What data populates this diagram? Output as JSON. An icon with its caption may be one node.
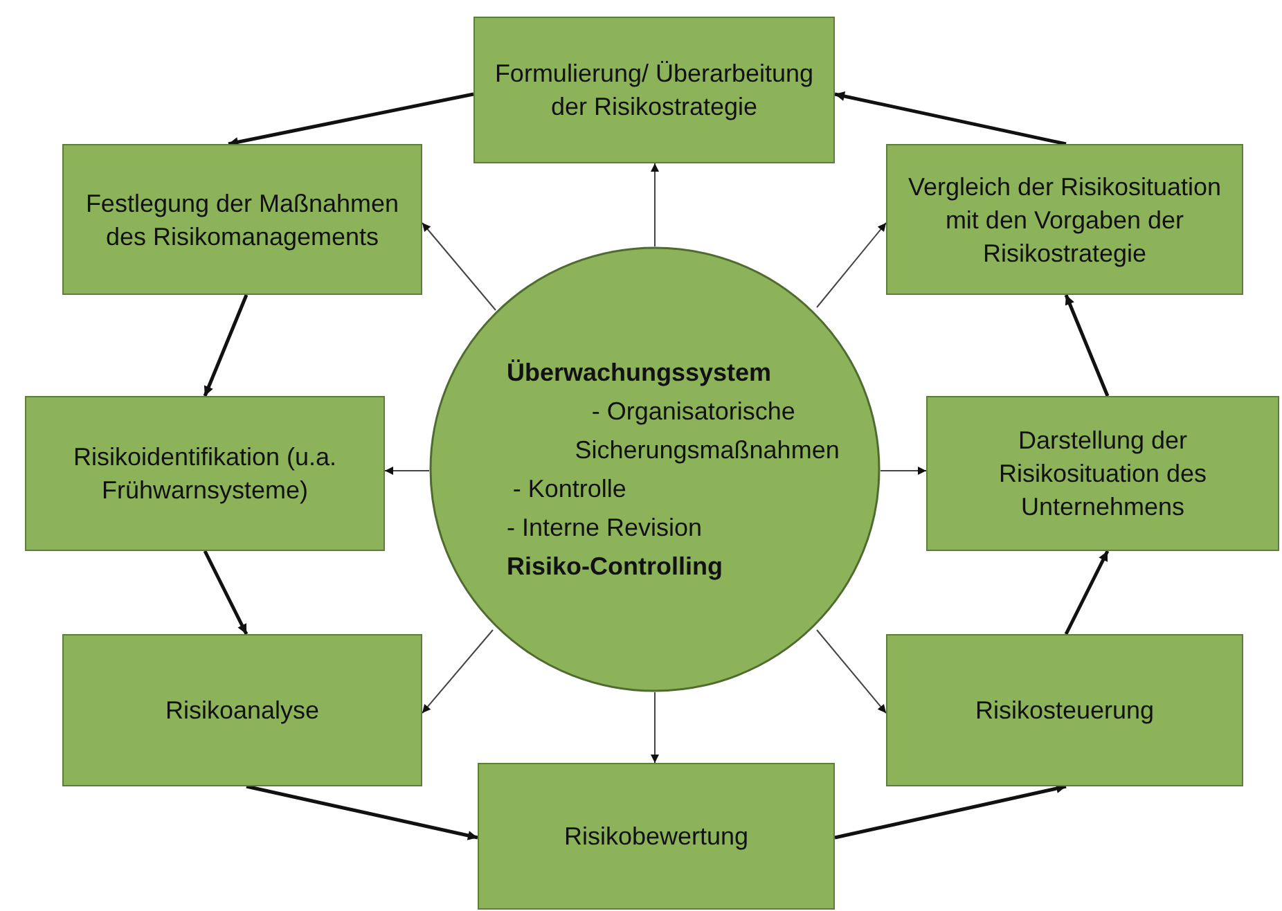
{
  "diagram": {
    "nodes": [
      {
        "text": [
          "Formulierung/ Überarbeitung der Risikostrategie"
        ]
      },
      {
        "text": [
          "Festlegung der Maßnahmen des Risikomanagements"
        ]
      },
      {
        "text": [
          "Vergleich der Risikosituation mit den Vorgaben der Risikostrategie"
        ]
      },
      {
        "text": [
          "Risikoidentifikation (u.a. Frühwarnsysteme)"
        ]
      },
      {
        "text": [
          "Überwachungssystem",
          "- Organisatorische Sicherungsmaßnahmen",
          "- Kontrolle",
          "- Interne Revision",
          "Risiko-Controlling"
        ]
      },
      {
        "text": [
          "Darstellung der Risikosituation des Unternehmens"
        ]
      },
      {
        "text": [
          "Risikoanalyse"
        ]
      },
      {
        "text": [
          "Risikosteuerung"
        ]
      },
      {
        "text": [
          "Risikobewertung"
        ]
      }
    ],
    "edges": [
      {
        "from": 0,
        "to": 1,
        "arrow": "to",
        "style": "thick"
      },
      {
        "from": 1,
        "to": 3,
        "arrow": "to",
        "style": "thick"
      },
      {
        "from": 3,
        "to": 6,
        "arrow": "to",
        "style": "thick"
      },
      {
        "from": 6,
        "to": 8,
        "arrow": "to",
        "style": "thick"
      },
      {
        "from": 8,
        "to": 7,
        "arrow": "to",
        "style": "thick"
      },
      {
        "from": 7,
        "to": 5,
        "arrow": "to",
        "style": "thick"
      },
      {
        "from": 5,
        "to": 2,
        "arrow": "to",
        "style": "thick"
      },
      {
        "from": 2,
        "to": 0,
        "arrow": "to",
        "style": "thick"
      },
      {
        "from": 4,
        "to": 0,
        "arrow": "to"
      },
      {
        "from": 4,
        "to": 1,
        "arrow": "to"
      },
      {
        "from": 4,
        "to": 2,
        "arrow": "to"
      },
      {
        "from": 4,
        "to": 3,
        "arrow": "to"
      },
      {
        "from": 4,
        "to": 5,
        "arrow": "to"
      },
      {
        "from": 4,
        "to": 6,
        "arrow": "to"
      },
      {
        "from": 4,
        "to": 7,
        "arrow": "to"
      },
      {
        "from": 4,
        "to": 8,
        "arrow": "to"
      }
    ]
  }
}
